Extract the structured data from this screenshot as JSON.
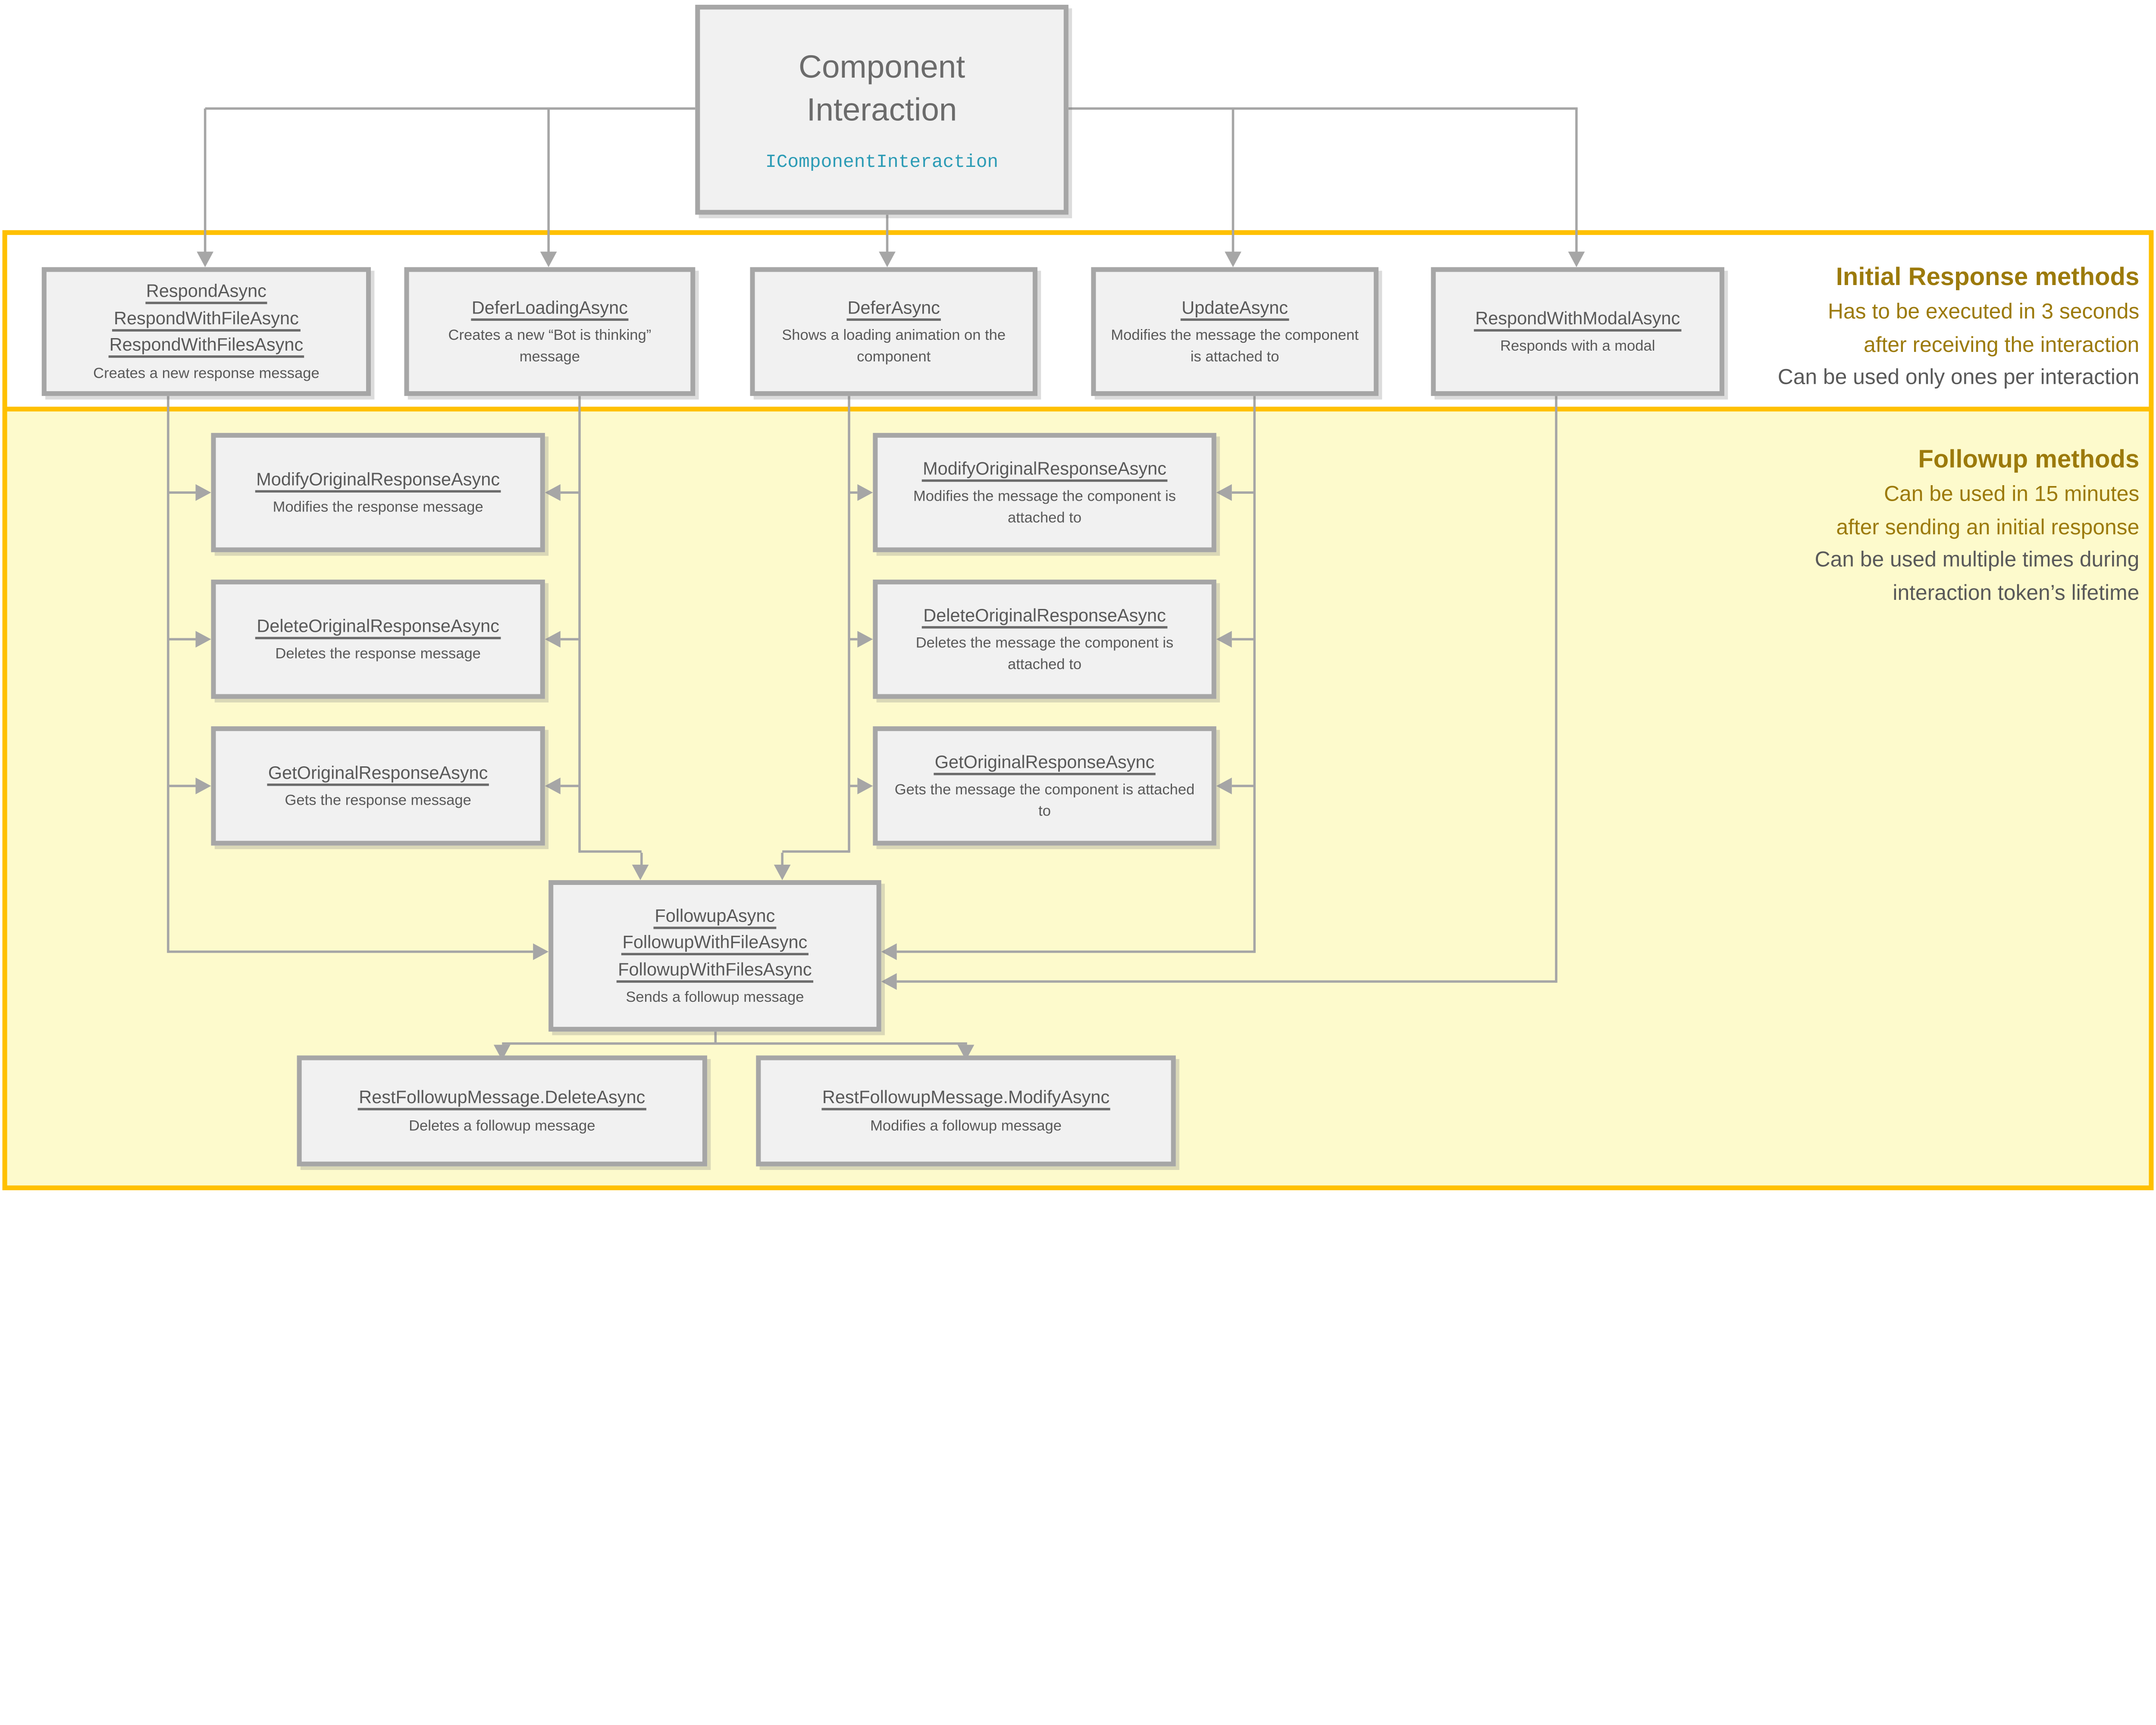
{
  "colors": {
    "section_border_gold": "#FFC000",
    "heading_text_gold": "#9C7A0B",
    "body_text_gray": "#595959",
    "box_border_gray": "#A6A6A6",
    "box_background": "#F1F1F1",
    "followup_section_background": "#FDFACC",
    "interface_code_teal": "#2B9BB5"
  },
  "root_box": {
    "title_line1": "Component",
    "title_line2": "Interaction",
    "interface_name": "IComponentInteraction"
  },
  "sections": {
    "initial": {
      "title": "Initial Response methods",
      "gold_lines": [
        "Has to be executed in 3 seconds",
        "after receiving the interaction"
      ],
      "gray_lines": [
        "Can be used only ones per interaction"
      ]
    },
    "followup": {
      "title": "Followup methods",
      "gold_lines": [
        "Can be used in 15 minutes",
        "after sending an initial response"
      ],
      "gray_lines": [
        "Can be used multiple times during",
        "interaction token’s lifetime"
      ]
    }
  },
  "initial_methods": [
    {
      "methods": [
        "RespondAsync",
        "RespondWithFileAsync",
        "RespondWithFilesAsync"
      ],
      "desc": "Creates a new response message"
    },
    {
      "methods": [
        "DeferLoadingAsync"
      ],
      "desc": "Creates a new “Bot is thinking” message"
    },
    {
      "methods": [
        "DeferAsync"
      ],
      "desc": "Shows a loading animation on the component"
    },
    {
      "methods": [
        "UpdateAsync"
      ],
      "desc": "Modifies the message the component is attached to"
    },
    {
      "methods": [
        "RespondWithModalAsync"
      ],
      "desc": "Responds with a modal"
    }
  ],
  "followup_left_methods": [
    {
      "methods": [
        "ModifyOriginalResponseAsync"
      ],
      "desc": "Modifies the response message"
    },
    {
      "methods": [
        "DeleteOriginalResponseAsync"
      ],
      "desc": "Deletes the response message"
    },
    {
      "methods": [
        "GetOriginalResponseAsync"
      ],
      "desc": "Gets the response message"
    }
  ],
  "followup_mid_methods": [
    {
      "methods": [
        "ModifyOriginalResponseAsync"
      ],
      "desc": "Modifies the message the component is attached to"
    },
    {
      "methods": [
        "DeleteOriginalResponseAsync"
      ],
      "desc": "Deletes the message the component is attached to"
    },
    {
      "methods": [
        "GetOriginalResponseAsync"
      ],
      "desc": "Gets the message the component is attached to"
    }
  ],
  "followup_box": {
    "methods": [
      "FollowupAsync",
      "FollowupWithFileAsync",
      "FollowupWithFilesAsync"
    ],
    "desc": "Sends a followup message"
  },
  "rest_followup_boxes": [
    {
      "methods": [
        "RestFollowupMessage.DeleteAsync"
      ],
      "desc": "Deletes a followup message"
    },
    {
      "methods": [
        "RestFollowupMessage.ModifyAsync"
      ],
      "desc": "Modifies a followup message"
    }
  ]
}
